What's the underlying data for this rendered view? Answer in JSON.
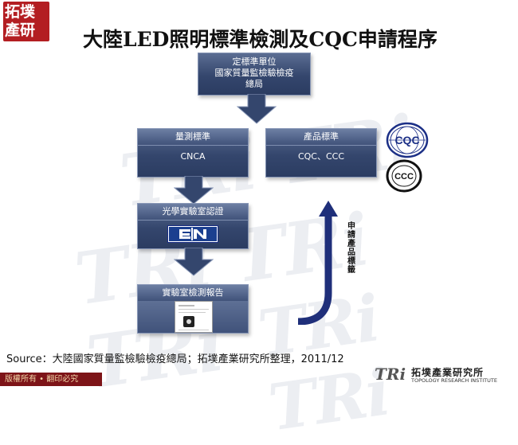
{
  "header": {
    "title": "大陸LED照明標準檢測及CQC申請程序",
    "logo_line1": "拓墣",
    "logo_line2": "產研"
  },
  "flow": {
    "authority": {
      "title": "定標準單位",
      "body_line1": "國家質量監檢驗檢疫",
      "body_line2": "總局"
    },
    "measurement": {
      "title": "量測標準",
      "body": "CNCA"
    },
    "product": {
      "title": "產品標準",
      "body": "CQC、CCC"
    },
    "lab": {
      "title": "光學實驗室認證"
    },
    "report": {
      "title": "實驗室檢測報告"
    },
    "apply_label": "申請產品標籤"
  },
  "marks": {
    "cqc": "CQC",
    "ccc": "CCC"
  },
  "source": "Source：大陸國家質量監檢驗檢疫總局；拓墣產業研究所整理，2011/12",
  "footer": {
    "copyright": "版權所有 • 翻印必究",
    "brand": "拓墣產業研究所",
    "brand_en": "TOPOLOGY RESEARCH INSTITUTE",
    "brand_mark": "TRi"
  },
  "colors": {
    "box_dark": "#34466d",
    "arrow": "#34466d",
    "apply_arrow": "#1f2f7a",
    "brand_red": "#b31e22"
  }
}
